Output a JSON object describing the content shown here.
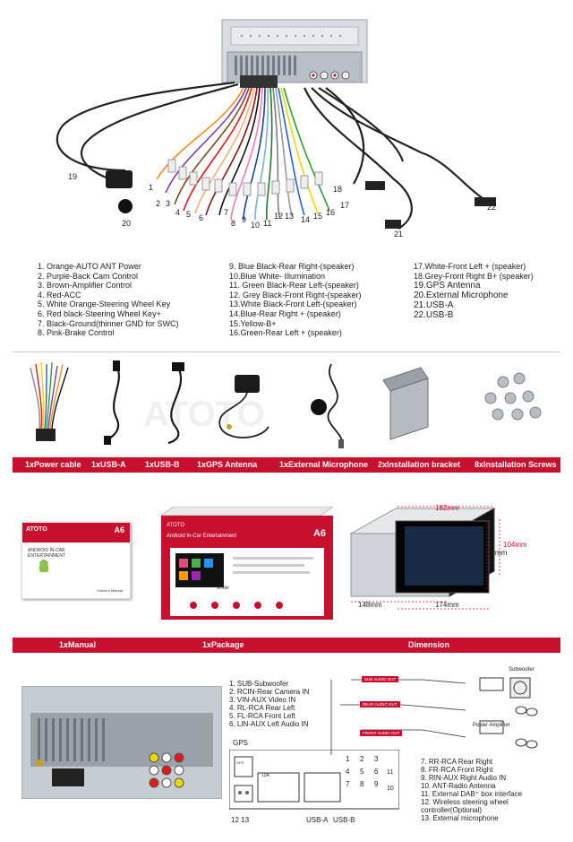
{
  "watermark": "ATOTO",
  "wiring": {
    "callout_numbers": [
      "1",
      "2",
      "3",
      "4",
      "5",
      "6",
      "7",
      "8",
      "9",
      "10",
      "11",
      "12",
      "13",
      "14",
      "15",
      "16",
      "17",
      "18",
      "19",
      "20",
      "21",
      "22"
    ],
    "legend_col1": [
      "1. Orange-AUTO ANT Power",
      "2. Purple-Back Cam Control",
      "3. Brown-Amplifier Control",
      "4. Red-ACC",
      "5. White Orange-Steering Wheel Key",
      "6. Red black-Steering Wheel Key+",
      "7. Black-Ground(thinner GND for SWC)",
      "8. Pink-Brake Control"
    ],
    "legend_col2": [
      "9.  Blue Black-Rear Right-(speaker)",
      "10.Blue White- Illumination",
      "11. Green Black-Rear Left-(speaker)",
      "12. Grey Black-Front Right-(speaker)",
      "13.White Black-Front Left-(speaker)",
      "14.Blue-Rear Right + (speaker)",
      "15.Yellow-B+",
      "16.Green-Rear Left + (speaker)"
    ],
    "legend_col3a": [
      "17.White-Front Left + (speaker)",
      "18.Grey-Front Right B+ (speaker)"
    ],
    "legend_col3b": [
      "19.GPS Antenna",
      "20.External Microphone",
      "21.USB-A",
      "22.USB-B"
    ]
  },
  "accessories": [
    {
      "label": "1xPower cable"
    },
    {
      "label": "1xUSB-A"
    },
    {
      "label": "1xUSB-B"
    },
    {
      "label": "1xGPS Antenna"
    },
    {
      "label": "1xExternal Microphone"
    },
    {
      "label": "2xInstallation bracket"
    },
    {
      "label": "8xInstallation Screws"
    }
  ],
  "manual": {
    "brand": "ATOTO",
    "model": "A6",
    "title_line1": "ANDROID IN-CAR",
    "title_line2": "ENTERTAINMENT",
    "owners": "Owner's Manual"
  },
  "package": {
    "brand": "ATOTO",
    "product": "Android In-Car Entertainment",
    "model": "A6",
    "model_label": "Model"
  },
  "dimension": {
    "width_top": "182mm",
    "height_right": "104mm",
    "height_inner": "98mm",
    "depth": "148mm",
    "width_front": "174mm"
  },
  "bar2": {
    "manual": "1xManual",
    "package": "1xPackage",
    "dimension": "Dimension"
  },
  "rear": {
    "legend_top": [
      "1.  SUB-Subwoofer",
      "2.  RCIN-Rear Camera IN",
      "3.  VIN-AUX Video IN",
      "4.  RL-RCA Rear Left",
      "5.  FL-RCA Front Left",
      "6.  LIN-AUX Left  Audio IN"
    ],
    "legend_bottom": [
      "7.  RR-RCA Rear Right",
      "8.  FR-RCA Front Right",
      "9.  RIN-AUX Right Audio IN",
      "10. ANT-Radio Antenna",
      "11. External DAB⁺ box interface",
      "12. Wireless steering wheel",
      "      controller(Optional)",
      "13. External microphone"
    ],
    "gps": "GPS",
    "label_12_13": "12 13",
    "usb_a": "USB-A",
    "usb_b": "USB-B",
    "panel_gps": "GPS",
    "panel_10a": "10A",
    "sub_audio_out": "SUB AUDIO OUT",
    "rear_audio_out": "REAR AUDIO OUT",
    "front_audio_out": "FRONT AUDIO OUT",
    "subwoofer": "Subwoofer",
    "power_amplifier": "Power Amplifier",
    "grid": [
      "1",
      "2",
      "3",
      "4",
      "5",
      "6",
      "7",
      "8",
      "9"
    ],
    "grid_extra": [
      "10",
      "11"
    ]
  }
}
